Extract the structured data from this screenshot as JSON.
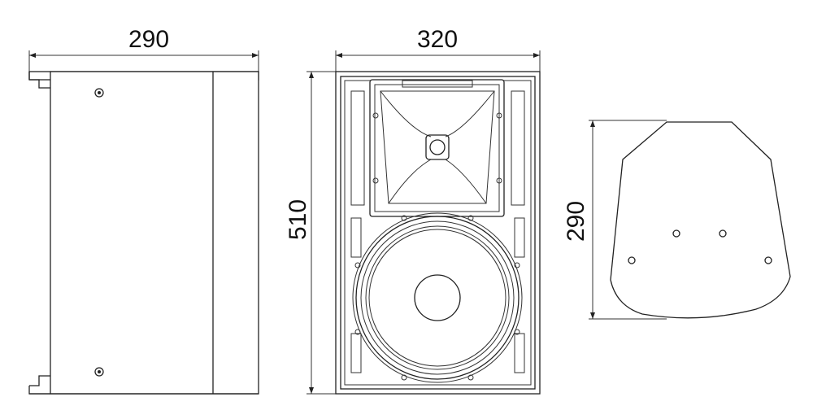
{
  "dimensions": {
    "side_width": "290",
    "front_width": "320",
    "front_height": "510",
    "top_depth": "290"
  },
  "colors": {
    "line": "#222222",
    "background": "#ffffff"
  }
}
